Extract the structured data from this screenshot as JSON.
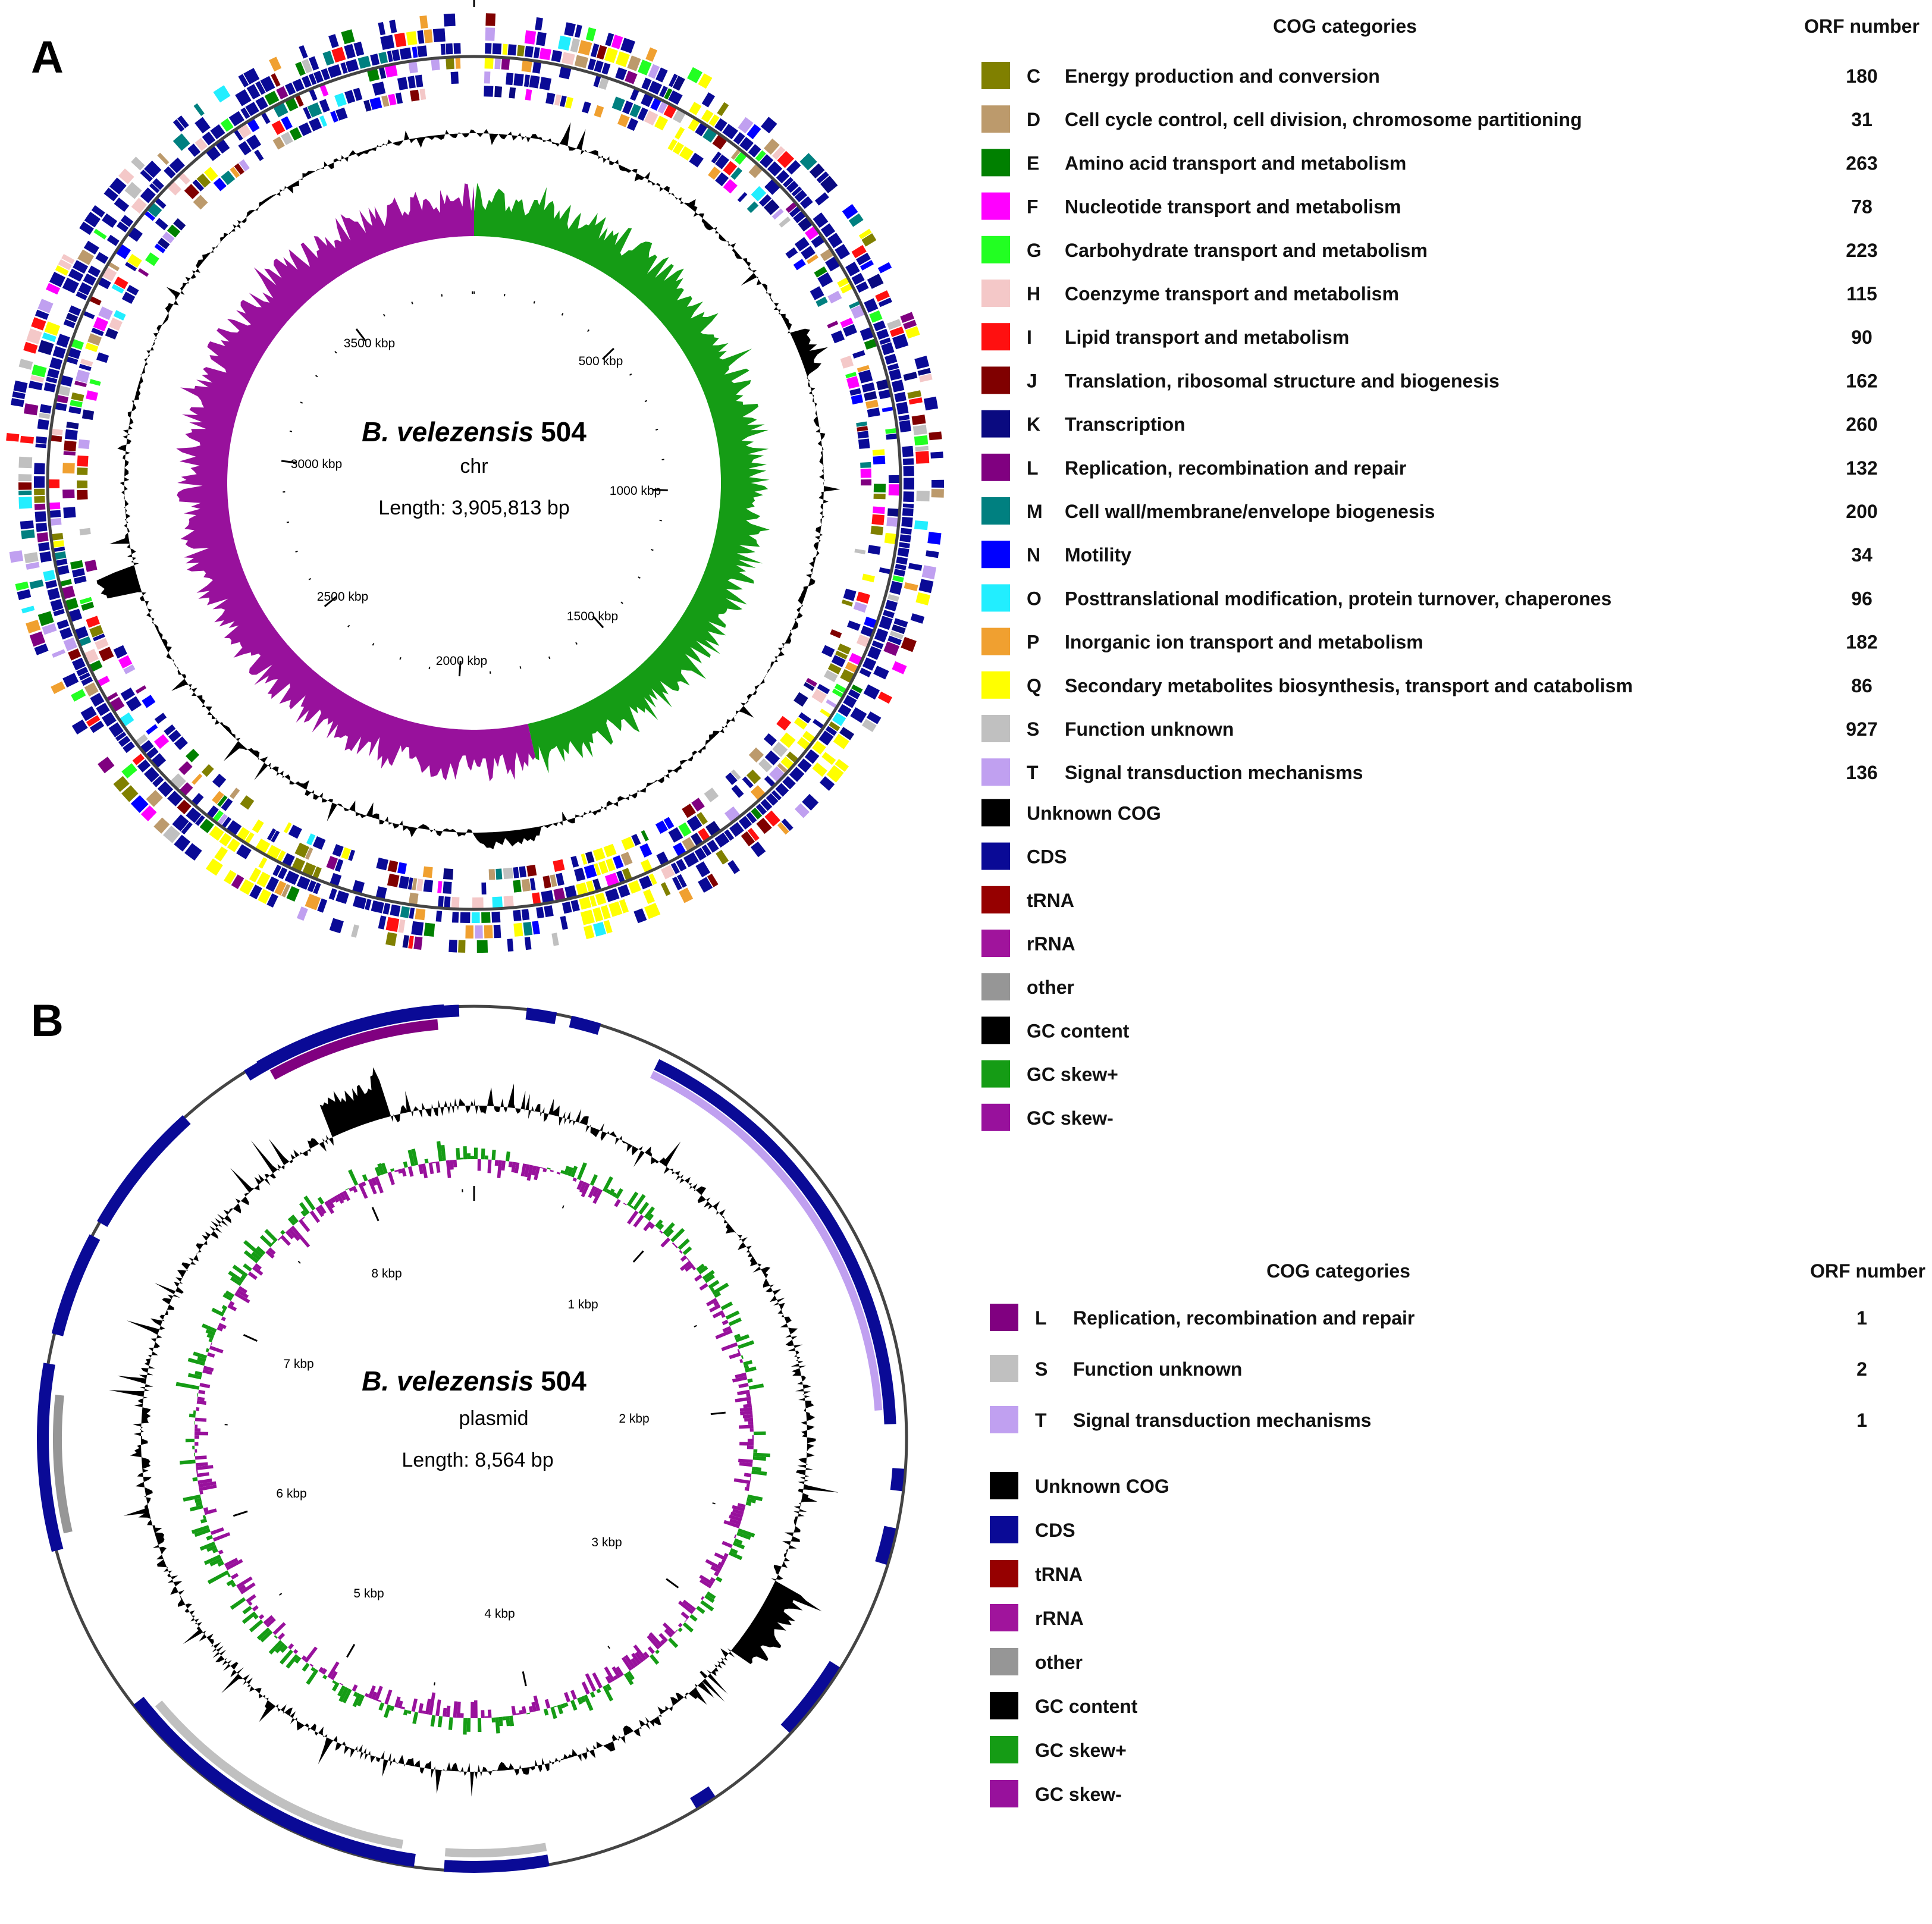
{
  "panel_a": {
    "letter": "A",
    "name": "B. velezensis",
    "strain": "504",
    "molecule": "chr",
    "length_text": "Length: 3,905,813 bp",
    "tick_labels": [
      "500 kbp",
      "1000 kbp",
      "1500 kbp",
      "2000 kbp",
      "2500 kbp",
      "3000 kbp",
      "3500 kbp"
    ],
    "legend_header_cog": "COG categories",
    "legend_header_orf": "ORF number",
    "cog_categories": [
      {
        "code": "C",
        "label": "Energy production and conversion",
        "count": "180",
        "color": "#808000"
      },
      {
        "code": "D",
        "label": "Cell cycle control, cell division, chromosome partitioning",
        "count": "31",
        "color": "#bc9a6c"
      },
      {
        "code": "E",
        "label": "Amino acid transport and metabolism",
        "count": "263",
        "color": "#008000"
      },
      {
        "code": "F",
        "label": "Nucleotide transport and metabolism",
        "count": "78",
        "color": "#ff00ff"
      },
      {
        "code": "G",
        "label": "Carbohydrate transport and metabolism",
        "count": "223",
        "color": "#22ff22"
      },
      {
        "code": "H",
        "label": "Coenzyme transport and metabolism",
        "count": "115",
        "color": "#f4c8c8"
      },
      {
        "code": "I",
        "label": "Lipid transport and metabolism",
        "count": "90",
        "color": "#ff1010"
      },
      {
        "code": "J",
        "label": "Translation, ribosomal structure and biogenesis",
        "count": "162",
        "color": "#800000"
      },
      {
        "code": "K",
        "label": "Transcription",
        "count": "260",
        "color": "#0a0a80"
      },
      {
        "code": "L",
        "label": "Replication, recombination and repair",
        "count": "132",
        "color": "#800080"
      },
      {
        "code": "M",
        "label": "Cell wall/membrane/envelope biogenesis",
        "count": "200",
        "color": "#008080"
      },
      {
        "code": "N",
        "label": "Motility",
        "count": "34",
        "color": "#0000ff"
      },
      {
        "code": "O",
        "label": "Posttranslational modification, protein turnover, chaperones",
        "count": "96",
        "color": "#22eeff"
      },
      {
        "code": "P",
        "label": "Inorganic ion transport and metabolism",
        "count": "182",
        "color": "#f0a030"
      },
      {
        "code": "Q",
        "label": "Secondary metabolites biosynthesis, transport and catabolism",
        "count": "86",
        "color": "#ffff00"
      },
      {
        "code": "S",
        "label": "Function unknown",
        "count": "927",
        "color": "#c0c0c0"
      },
      {
        "code": "T",
        "label": "Signal transduction mechanisms",
        "count": "136",
        "color": "#c0a0f0"
      }
    ],
    "feature_legend": [
      {
        "label": "Unknown COG",
        "color": "#000000"
      },
      {
        "label": "CDS",
        "color": "#0a0a96"
      },
      {
        "label": "tRNA",
        "color": "#960000"
      },
      {
        "label": "rRNA",
        "color": "#a0149c"
      },
      {
        "label": "other",
        "color": "#969696"
      },
      {
        "label": "GC content",
        "color": "#000000"
      },
      {
        "label": "GC skew+",
        "color": "#159c15"
      },
      {
        "label": "GC skew-",
        "color": "#98119c"
      }
    ]
  },
  "panel_b": {
    "letter": "B",
    "name": "B. velezensis",
    "strain": "504",
    "molecule": "plasmid",
    "length_text": "Length: 8,564 bp",
    "tick_labels": [
      "1 kbp",
      "2 kbp",
      "3 kbp",
      "4 kbp",
      "5 kbp",
      "6 kbp",
      "7 kbp",
      "8 kbp"
    ],
    "legend_header_cog": "COG categories",
    "legend_header_orf": "ORF number",
    "cog_categories": [
      {
        "code": "L",
        "label": "Replication, recombination and repair",
        "count": "1",
        "color": "#800080"
      },
      {
        "code": "S",
        "label": "Function unknown",
        "count": "2",
        "color": "#c0c0c0"
      },
      {
        "code": "T",
        "label": "Signal transduction mechanisms",
        "count": "1",
        "color": "#c0a0f0"
      }
    ],
    "feature_legend": [
      {
        "label": "Unknown COG",
        "color": "#000000"
      },
      {
        "label": "CDS",
        "color": "#0a0a96"
      },
      {
        "label": "tRNA",
        "color": "#960000"
      },
      {
        "label": "rRNA",
        "color": "#a0149c"
      },
      {
        "label": "other",
        "color": "#969696"
      },
      {
        "label": "GC content",
        "color": "#000000"
      },
      {
        "label": "GC skew+",
        "color": "#159c15"
      },
      {
        "label": "GC skew-",
        "color": "#98119c"
      }
    ]
  }
}
